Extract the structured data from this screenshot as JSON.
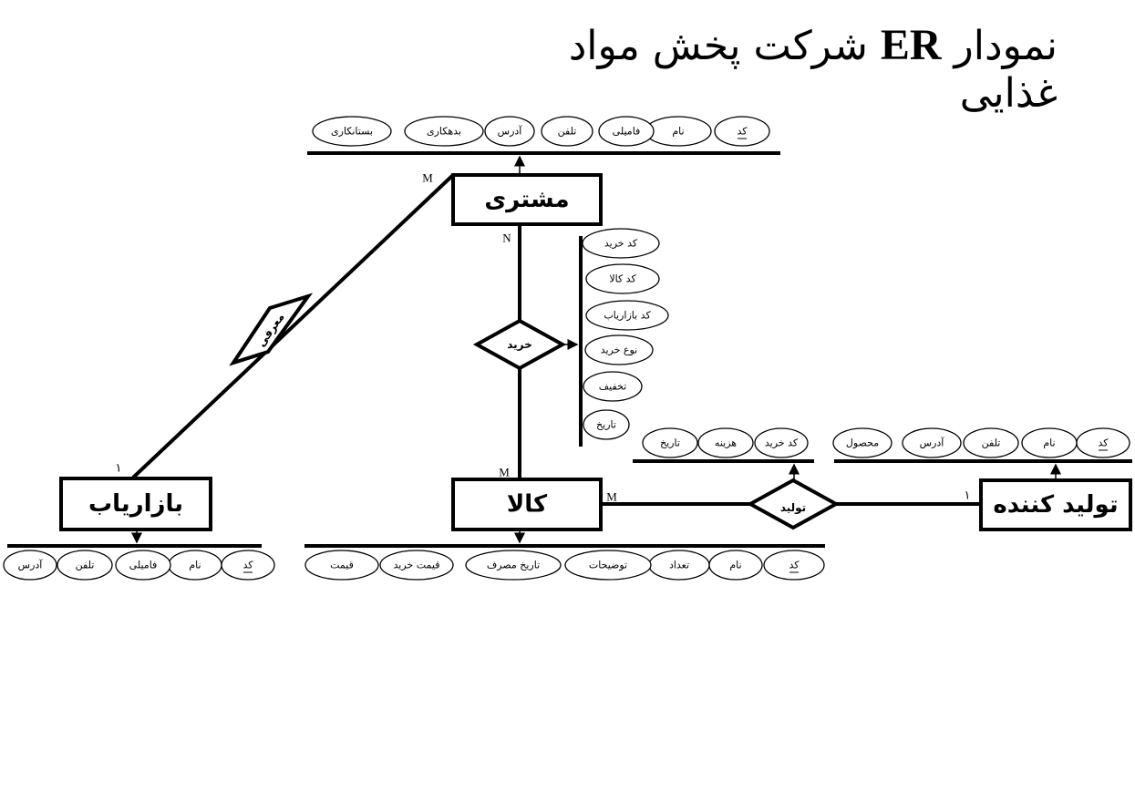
{
  "title": {
    "prefix": "نمودار",
    "er": "ER",
    "suffix": "شرکت پخش مواد غذایی"
  },
  "entities": {
    "customer": "مشتری",
    "marketer": "بازاریاب",
    "product": "کالا",
    "producer": "تولید کننده"
  },
  "relationships": {
    "introduce": "معرفی",
    "purchase": "خرید",
    "produce": "تولید"
  },
  "cardinalities": {
    "customer_introduce": "M",
    "marketer_introduce": "۱",
    "customer_purchase": "N",
    "product_purchase": "M",
    "product_produce": "M",
    "producer_produce": "۱"
  },
  "attributes": {
    "customer": [
      "کد",
      "نام",
      "فامیلی",
      "تلفن",
      "آدرس",
      "بدهکاری",
      "بستانکاری"
    ],
    "purchase": [
      "کد خرید",
      "کد کالا",
      "کد بازاریاب",
      "نوع خرید",
      "تخفیف",
      "تاریخ"
    ],
    "produce": [
      "کد خرید",
      "هزینه",
      "تاریخ"
    ],
    "producer": [
      "کد",
      "نام",
      "تلفن",
      "آدرس",
      "محصول"
    ],
    "marketer": [
      "کد",
      "نام",
      "فامیلی",
      "تلفن",
      "آدرس"
    ],
    "product": [
      "کد",
      "نام",
      "تعداد",
      "توضیحات",
      "تاریخ مصرف",
      "قیمت خرید",
      "قیمت"
    ]
  }
}
